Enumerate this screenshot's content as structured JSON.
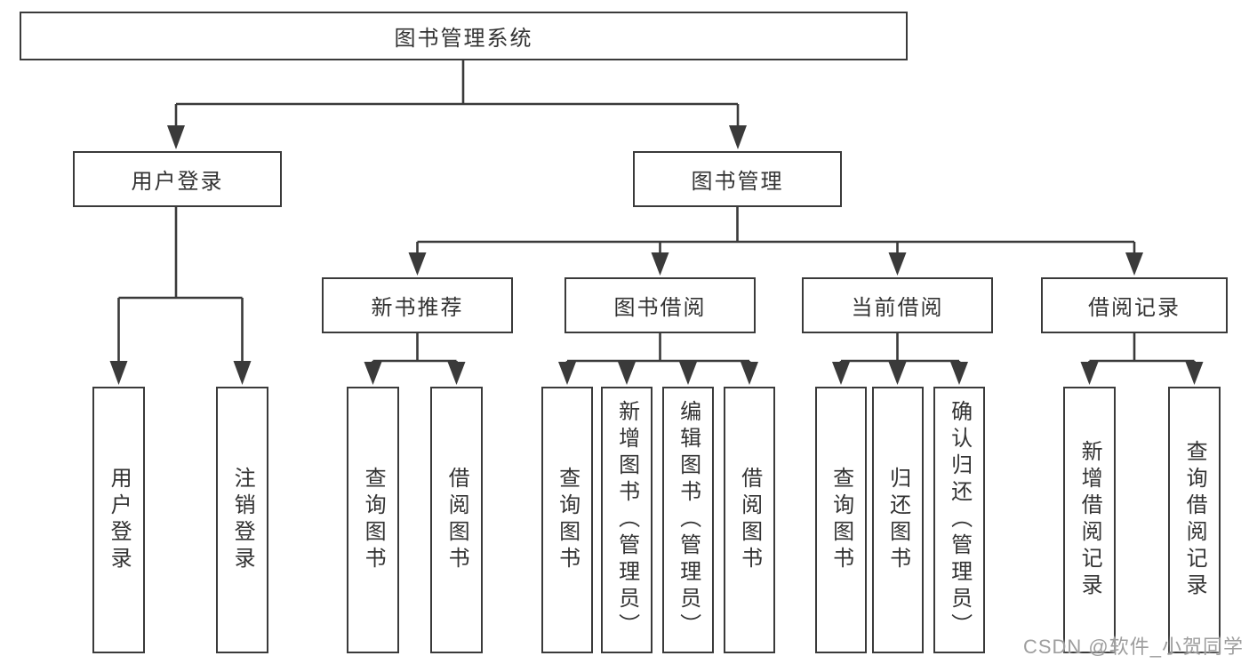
{
  "diagram": {
    "title": "图书管理系统",
    "colors": {
      "line": "#3a3a3a",
      "border": "#3a3a3a",
      "text": "#333333",
      "watermark": "#9e9e9e",
      "background": "#ffffff"
    },
    "nodes": {
      "root": "图书管理系统",
      "user_login": "用户登录",
      "book_management": "图书管理",
      "new_book_recommend": "新书推荐",
      "book_borrowing": "图书借阅",
      "current_borrowing": "当前借阅",
      "borrowing_records": "借阅记录",
      "leaf_user_login": "用户登录",
      "leaf_logout": "注销登录",
      "leaf_nbr_query_books": "查询图书",
      "leaf_nbr_borrow_books": "借阅图书",
      "leaf_bb_query_books": "查询图书",
      "leaf_bb_add_books": "新增图书（管理员）",
      "leaf_bb_edit_books": "编辑图书（管理员）",
      "leaf_bb_borrow_books": "借阅图书",
      "leaf_cb_query_books": "查询图书",
      "leaf_cb_return_books": "归还图书",
      "leaf_cb_confirm_return": "确认归还（管理员）",
      "leaf_br_add_record": "新增借阅记录",
      "leaf_br_query_record": "查询借阅记录"
    },
    "watermark": "CSDN @软件_小贺同学"
  }
}
